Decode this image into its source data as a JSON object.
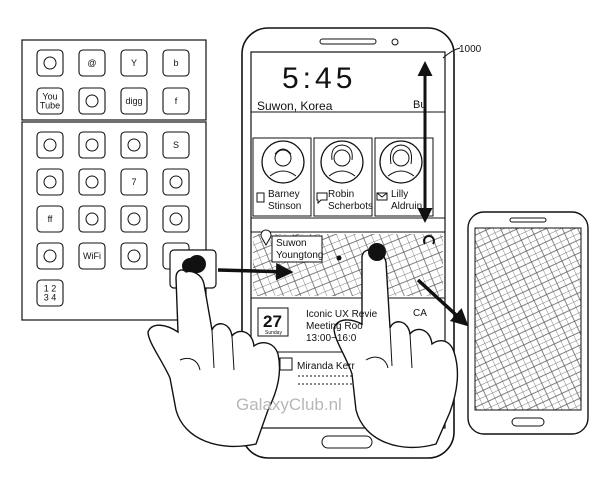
{
  "figure": {
    "ref_number": "1000",
    "watermark": "GalaxyClub.nl",
    "phone": {
      "clock": "5:45",
      "location": "Suwon, Korea",
      "location_suffix": "Bu",
      "contacts": [
        {
          "name": "Barney\nStinson",
          "icon": "phone-icon"
        },
        {
          "name": "Robin\nScherbots",
          "icon": "chat-icon"
        },
        {
          "name": "Lilly\nAldruin",
          "icon": "mail-icon"
        }
      ],
      "map_label": "Suwon\nYoungtong",
      "calendar": {
        "day": "27",
        "weekday": "Sunday",
        "event": "Iconic UX Revie\nMeeting Roo\n13:00~16:0",
        "event_suffix": "CA"
      },
      "caller": "Miranda Kerr"
    },
    "app_tiles_top": [
      {
        "text": "",
        "icon": "x-brand-icon"
      },
      {
        "text": "@",
        "icon": "at-icon"
      },
      {
        "text": "Y",
        "icon": "yahoo-icon"
      },
      {
        "text": "b",
        "icon": "b-brand-icon"
      },
      {
        "text": "You\nTube",
        "icon": "youtube-icon"
      },
      {
        "text": "",
        "icon": "flickr-icon"
      },
      {
        "text": "digg",
        "icon": "digg-icon"
      },
      {
        "text": "f",
        "icon": "facebook-icon"
      }
    ],
    "app_tiles_bottom": [
      {
        "text": "",
        "icon": "people-icon"
      },
      {
        "text": "",
        "icon": "grid-icon"
      },
      {
        "text": "",
        "icon": "lightbulb-icon"
      },
      {
        "text": "S",
        "icon": "skype-icon"
      },
      {
        "text": "",
        "icon": "phone-book-icon"
      },
      {
        "text": "",
        "icon": "music-note-icon"
      },
      {
        "text": "7",
        "icon": "calendar-icon"
      },
      {
        "text": "",
        "icon": "runner-icon"
      },
      {
        "text": "ff",
        "icon": "friendfeed-icon"
      },
      {
        "text": "",
        "icon": "bluetooth-icon"
      },
      {
        "text": "",
        "icon": "ring-icon"
      },
      {
        "text": "",
        "icon": "spiral-icon"
      },
      {
        "text": "",
        "icon": "camera-icon"
      },
      {
        "text": "WiFi",
        "icon": "wifi-icon"
      },
      {
        "text": "",
        "icon": "swirl-icon"
      },
      {
        "text": "",
        "icon": "lock-icon"
      },
      {
        "text": "1 2\n3 4",
        "icon": "numbers-icon"
      }
    ]
  }
}
